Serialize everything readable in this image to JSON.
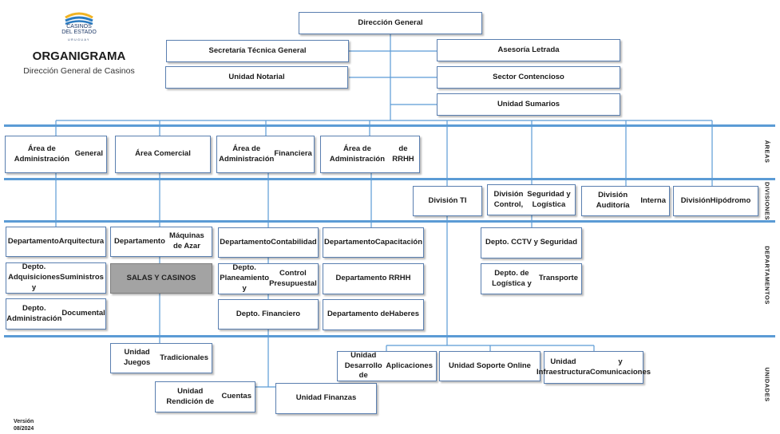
{
  "header": {
    "logo_line1": "CASINOS",
    "logo_line2": "DEL ESTADO",
    "logo_line3": "URUGUAY",
    "title": "ORGANIGRAMA",
    "subtitle": "Dirección General de Casinos"
  },
  "version": {
    "line1": "Versión",
    "line2": "08/2024"
  },
  "bands": {
    "areas": "ÁREAS",
    "divisions": "DIVISIONES",
    "departments": "DEPARTAMENTOS",
    "units": "UNIDADES"
  },
  "top": {
    "direccion": "Dirección General",
    "secretaria": "Secretaría Técnica General",
    "asesoria": "Asesoría Letrada",
    "notarial": "Unidad Notarial",
    "contencioso": "Sector Contencioso",
    "sumarios": "Unidad Sumarios"
  },
  "areas": {
    "admin_general": [
      "Área de Administración",
      "General"
    ],
    "comercial": [
      "Área Comercial"
    ],
    "admin_financiera": [
      "Área de Administración",
      "Financiera"
    ],
    "admin_rrhh": [
      "Área de Administración",
      "de RRHH"
    ]
  },
  "divisions": {
    "ti": [
      "División TI"
    ],
    "control": [
      "División Control,",
      "Seguridad y Logística"
    ],
    "auditoria": [
      "División Auditoría",
      "Interna"
    ],
    "hipodromo": [
      "División",
      "Hipódromo"
    ]
  },
  "departments": {
    "arquitectura": [
      "Departamento",
      "Arquitectura"
    ],
    "adquisiciones": [
      "Depto. Adquisiciones y",
      "Suministros"
    ],
    "documental": [
      "Depto. Administración",
      "Documental"
    ],
    "maquinas": [
      "Departamento",
      "Máquinas de Azar"
    ],
    "salas": [
      "SALAS Y CASINOS"
    ],
    "contabilidad": [
      "Departamento",
      "Contabilidad"
    ],
    "planeamiento": [
      "Depto. Planeamiento y",
      "Control Presupuestal"
    ],
    "financiero": [
      "Depto. Financiero"
    ],
    "capacitacion": [
      "Departamento",
      "Capacitación"
    ],
    "rrhh": [
      "Departamento RRHH"
    ],
    "haberes": [
      "Departamento de",
      "Haberes"
    ],
    "cctv": [
      "Depto. CCTV y Seguridad"
    ],
    "logistica": [
      "Depto. de Logística y",
      "Transporte"
    ]
  },
  "units": {
    "juegos": [
      "Unidad Juegos",
      "Tradicionales"
    ],
    "rendicion": [
      "Unidad Rendición de",
      "Cuentas"
    ],
    "finanzas": [
      "Unidad Finanzas"
    ],
    "desarrollo": [
      "Unidad Desarrollo de",
      "Aplicaciones"
    ],
    "soporte": [
      "Unidad Soporte Online"
    ],
    "infraestructura": [
      "Unidad Infraestructura",
      "y Comunicaciones"
    ]
  }
}
